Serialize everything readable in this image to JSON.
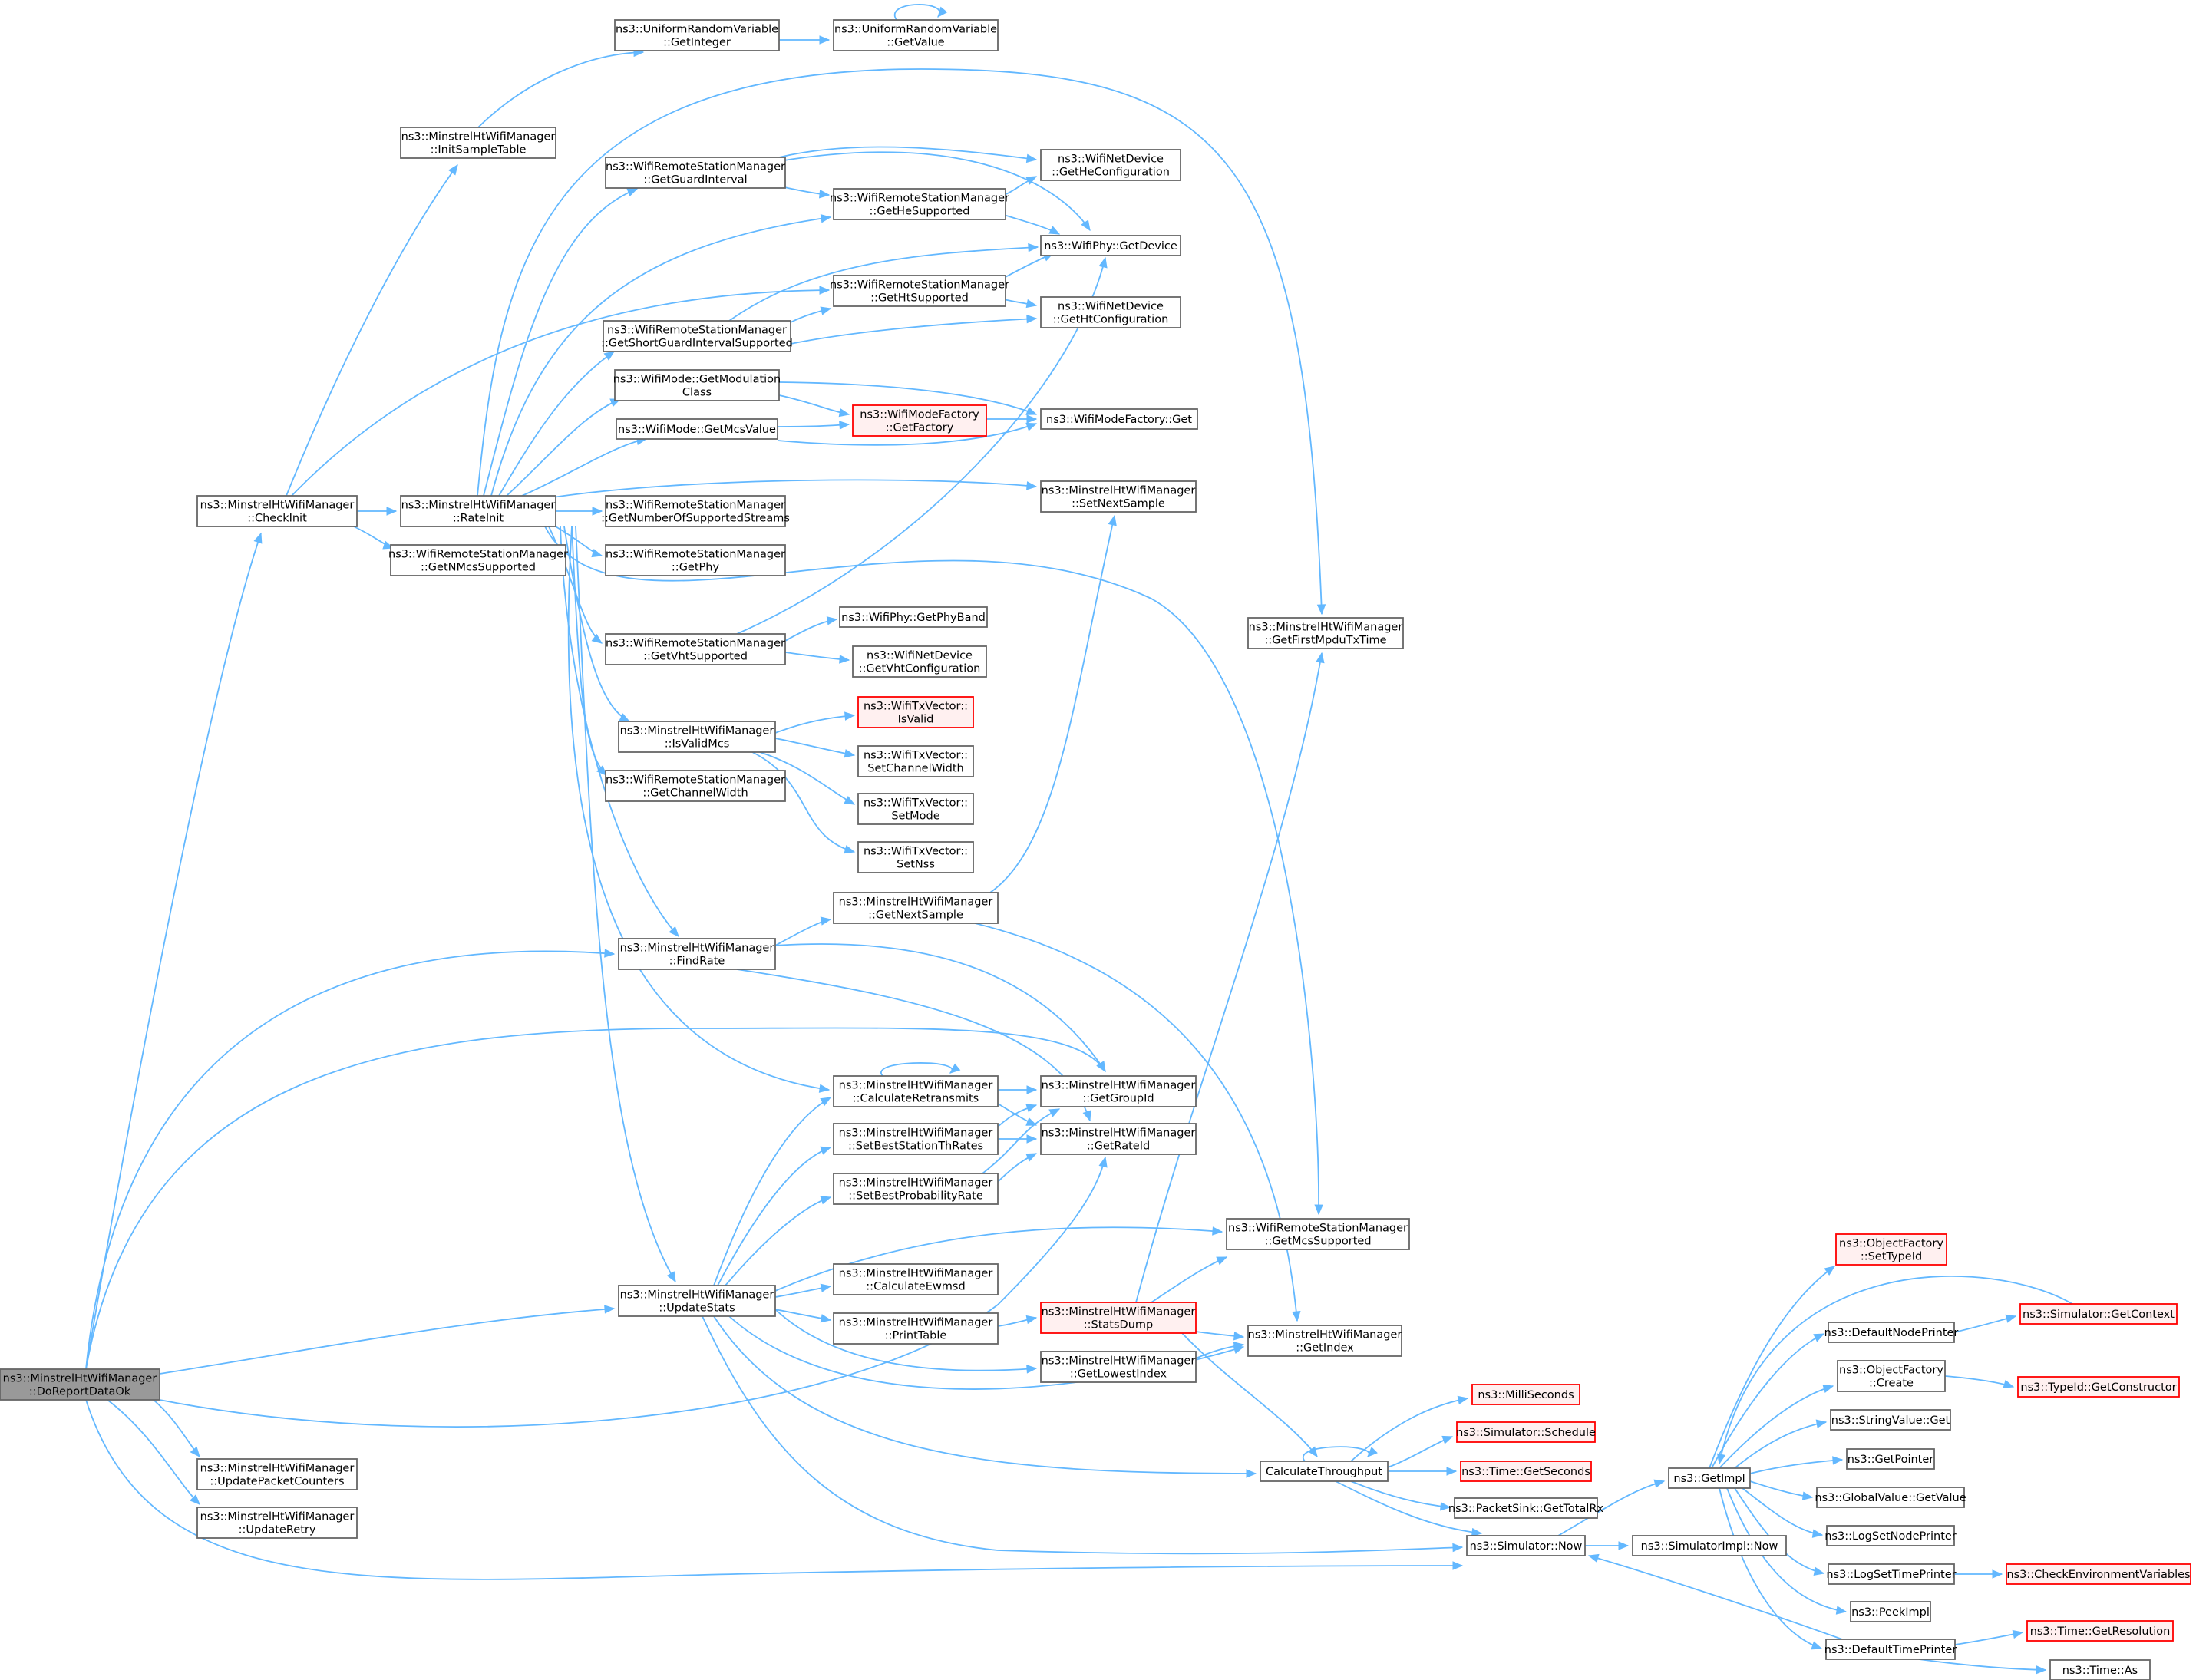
{
  "colors": {
    "edge": "#63b8ff",
    "node_border": "#666666",
    "root_fill": "#999999",
    "red_border": "#ff0000",
    "red_fill": "#fff0f0"
  },
  "nodes": [
    {
      "id": "doreport",
      "lines": [
        "ns3::MinstrelHtWifiManager",
        "::DoReportDataOk"
      ],
      "style": "root"
    },
    {
      "id": "checkinit",
      "lines": [
        "ns3::MinstrelHtWifiManager",
        "::CheckInit"
      ]
    },
    {
      "id": "initsample",
      "lines": [
        "ns3::MinstrelHtWifiManager",
        "::InitSampleTable"
      ]
    },
    {
      "id": "urvgetint",
      "lines": [
        "ns3::UniformRandomVariable",
        "::GetInteger"
      ]
    },
    {
      "id": "urvgetval",
      "lines": [
        "ns3::UniformRandomVariable",
        "::GetValue"
      ]
    },
    {
      "id": "rateinit",
      "lines": [
        "ns3::MinstrelHtWifiManager",
        "::RateInit"
      ]
    },
    {
      "id": "getnmcs",
      "lines": [
        "ns3::WifiRemoteStationManager",
        "::GetNMcsSupported"
      ]
    },
    {
      "id": "getguard",
      "lines": [
        "ns3::WifiRemoteStationManager",
        "::GetGuardInterval"
      ]
    },
    {
      "id": "gethesup",
      "lines": [
        "ns3::WifiRemoteStationManager",
        "::GetHeSupported"
      ]
    },
    {
      "id": "getheconf",
      "lines": [
        "ns3::WifiNetDevice",
        "::GetHeConfiguration"
      ]
    },
    {
      "id": "phygetdev",
      "lines": [
        "ns3::WifiPhy::GetDevice"
      ]
    },
    {
      "id": "gethtsup",
      "lines": [
        "ns3::WifiRemoteStationManager",
        "::GetHtSupported"
      ]
    },
    {
      "id": "gethtconf",
      "lines": [
        "ns3::WifiNetDevice",
        "::GetHtConfiguration"
      ]
    },
    {
      "id": "getsgi",
      "lines": [
        "ns3::WifiRemoteStationManager",
        "::GetShortGuardIntervalSupported"
      ]
    },
    {
      "id": "getmodclass",
      "lines": [
        "ns3::WifiMode::GetModulation",
        "Class"
      ]
    },
    {
      "id": "getfactory",
      "lines": [
        "ns3::WifiModeFactory",
        "::GetFactory"
      ],
      "style": "red"
    },
    {
      "id": "factoryget",
      "lines": [
        "ns3::WifiModeFactory::Get"
      ]
    },
    {
      "id": "getmcsvalue",
      "lines": [
        "ns3::WifiMode::GetMcsValue"
      ]
    },
    {
      "id": "setnextsample",
      "lines": [
        "ns3::MinstrelHtWifiManager",
        "::SetNextSample"
      ]
    },
    {
      "id": "getnumstreams",
      "lines": [
        "ns3::WifiRemoteStationManager",
        "::GetNumberOfSupportedStreams"
      ]
    },
    {
      "id": "getphy",
      "lines": [
        "ns3::WifiRemoteStationManager",
        "::GetPhy"
      ]
    },
    {
      "id": "getfirstmpdu",
      "lines": [
        "ns3::MinstrelHtWifiManager",
        "::GetFirstMpduTxTime"
      ]
    },
    {
      "id": "getvhtsup",
      "lines": [
        "ns3::WifiRemoteStationManager",
        "::GetVhtSupported"
      ]
    },
    {
      "id": "getphyband",
      "lines": [
        "ns3::WifiPhy::GetPhyBand"
      ]
    },
    {
      "id": "getvhtconf",
      "lines": [
        "ns3::WifiNetDevice",
        "::GetVhtConfiguration"
      ]
    },
    {
      "id": "isvalidmcs",
      "lines": [
        "ns3::MinstrelHtWifiManager",
        "::IsValidMcs"
      ]
    },
    {
      "id": "txisvalid",
      "lines": [
        "ns3::WifiTxVector::",
        "IsValid"
      ],
      "style": "red"
    },
    {
      "id": "setchanwidth",
      "lines": [
        "ns3::WifiTxVector::",
        "SetChannelWidth"
      ]
    },
    {
      "id": "setmode",
      "lines": [
        "ns3::WifiTxVector::",
        "SetMode"
      ]
    },
    {
      "id": "setnss",
      "lines": [
        "ns3::WifiTxVector::",
        "SetNss"
      ]
    },
    {
      "id": "getchanwidth",
      "lines": [
        "ns3::WifiRemoteStationManager",
        "::GetChannelWidth"
      ]
    },
    {
      "id": "getnextsample",
      "lines": [
        "ns3::MinstrelHtWifiManager",
        "::GetNextSample"
      ]
    },
    {
      "id": "findrate",
      "lines": [
        "ns3::MinstrelHtWifiManager",
        "::FindRate"
      ]
    },
    {
      "id": "calcretrans",
      "lines": [
        "ns3::MinstrelHtWifiManager",
        "::CalculateRetransmits"
      ]
    },
    {
      "id": "getgroupid",
      "lines": [
        "ns3::MinstrelHtWifiManager",
        "::GetGroupId"
      ]
    },
    {
      "id": "setbestth",
      "lines": [
        "ns3::MinstrelHtWifiManager",
        "::SetBestStationThRates"
      ]
    },
    {
      "id": "getrateid",
      "lines": [
        "ns3::MinstrelHtWifiManager",
        "::GetRateId"
      ]
    },
    {
      "id": "setbestprob",
      "lines": [
        "ns3::MinstrelHtWifiManager",
        "::SetBestProbabilityRate"
      ]
    },
    {
      "id": "getmcssup",
      "lines": [
        "ns3::WifiRemoteStationManager",
        "::GetMcsSupported"
      ]
    },
    {
      "id": "updatestats",
      "lines": [
        "ns3::MinstrelHtWifiManager",
        "::UpdateStats"
      ]
    },
    {
      "id": "calcewmsd",
      "lines": [
        "ns3::MinstrelHtWifiManager",
        "::CalculateEwmsd"
      ]
    },
    {
      "id": "printtable",
      "lines": [
        "ns3::MinstrelHtWifiManager",
        "::PrintTable"
      ]
    },
    {
      "id": "statsdump",
      "lines": [
        "ns3::MinstrelHtWifiManager",
        "::StatsDump"
      ],
      "style": "red"
    },
    {
      "id": "getindex",
      "lines": [
        "ns3::MinstrelHtWifiManager",
        "::GetIndex"
      ]
    },
    {
      "id": "getlowest",
      "lines": [
        "ns3::MinstrelHtWifiManager",
        "::GetLowestIndex"
      ]
    },
    {
      "id": "updatepkt",
      "lines": [
        "ns3::MinstrelHtWifiManager",
        "::UpdatePacketCounters"
      ]
    },
    {
      "id": "updateretry",
      "lines": [
        "ns3::MinstrelHtWifiManager",
        "::UpdateRetry"
      ]
    },
    {
      "id": "calcthroughput",
      "lines": [
        "CalculateThroughput"
      ]
    },
    {
      "id": "milliseconds",
      "lines": [
        "ns3::MilliSeconds"
      ],
      "style": "red"
    },
    {
      "id": "schedule",
      "lines": [
        "ns3::Simulator::Schedule"
      ],
      "style": "red"
    },
    {
      "id": "getseconds",
      "lines": [
        "ns3::Time::GetSeconds"
      ],
      "style": "red"
    },
    {
      "id": "gettotalrx",
      "lines": [
        "ns3::PacketSink::GetTotalRx"
      ]
    },
    {
      "id": "simnow",
      "lines": [
        "ns3::Simulator::Now"
      ]
    },
    {
      "id": "simimplnow",
      "lines": [
        "ns3::SimulatorImpl::Now"
      ]
    },
    {
      "id": "getimpl",
      "lines": [
        "ns3::GetImpl"
      ]
    },
    {
      "id": "settypeid",
      "lines": [
        "ns3::ObjectFactory",
        "::SetTypeId"
      ],
      "style": "red"
    },
    {
      "id": "defnodeprinter",
      "lines": [
        "ns3::DefaultNodePrinter"
      ]
    },
    {
      "id": "getcontext",
      "lines": [
        "ns3::Simulator::GetContext"
      ],
      "style": "red"
    },
    {
      "id": "ofcreate",
      "lines": [
        "ns3::ObjectFactory",
        "::Create"
      ]
    },
    {
      "id": "getconstructor",
      "lines": [
        "ns3::TypeId::GetConstructor"
      ],
      "style": "red"
    },
    {
      "id": "stringvalueget",
      "lines": [
        "ns3::StringValue::Get"
      ]
    },
    {
      "id": "getpointer",
      "lines": [
        "ns3::GetPointer"
      ]
    },
    {
      "id": "globalgetvalue",
      "lines": [
        "ns3::GlobalValue::GetValue"
      ]
    },
    {
      "id": "logsetnode",
      "lines": [
        "ns3::LogSetNodePrinter"
      ]
    },
    {
      "id": "logsettime",
      "lines": [
        "ns3::LogSetTimePrinter"
      ]
    },
    {
      "id": "checkenv",
      "lines": [
        "ns3::CheckEnvironmentVariables"
      ],
      "style": "red"
    },
    {
      "id": "peekimpl",
      "lines": [
        "ns3::PeekImpl"
      ]
    },
    {
      "id": "deftimeprinter",
      "lines": [
        "ns3::DefaultTimePrinter"
      ]
    },
    {
      "id": "getresolution",
      "lines": [
        "ns3::Time::GetResolution"
      ],
      "style": "red"
    },
    {
      "id": "timeas",
      "lines": [
        "ns3::Time::As"
      ]
    }
  ]
}
